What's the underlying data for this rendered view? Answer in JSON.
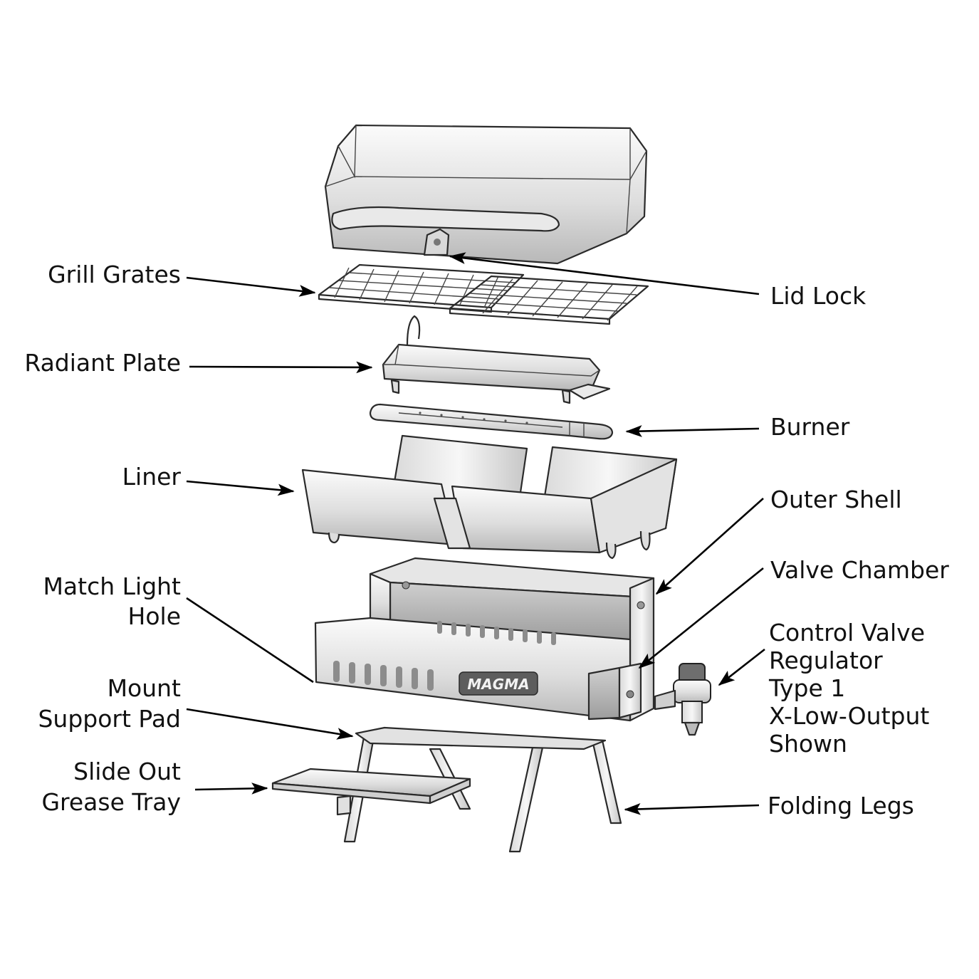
{
  "labels": {
    "grill_grates": "Grill Grates",
    "radiant_plate": "Radiant Plate",
    "liner": "Liner",
    "match_light_hole_line1": "Match Light",
    "match_light_hole_line2": "Hole",
    "mount_support_pad_line1": "Mount",
    "mount_support_pad_line2": "Support Pad",
    "slide_out_grease_tray_line1": "Slide Out",
    "slide_out_grease_tray_line2": "Grease Tray",
    "lid_lock": "Lid Lock",
    "burner": "Burner",
    "outer_shell": "Outer Shell",
    "valve_chamber": "Valve Chamber",
    "control_valve_line1": "Control Valve",
    "control_valve_line2": "Regulator",
    "control_valve_line3": "Type 1",
    "control_valve_line4": "X-Low-Output",
    "control_valve_line5": "Shown",
    "folding_legs": "Folding Legs"
  },
  "brand_mark": "MAGMA",
  "colors": {
    "background": "#ffffff",
    "line": "#000000",
    "metal_light": "#f2f2f2",
    "metal_mid": "#d6d6d6",
    "metal_dark": "#a9a9a9"
  }
}
